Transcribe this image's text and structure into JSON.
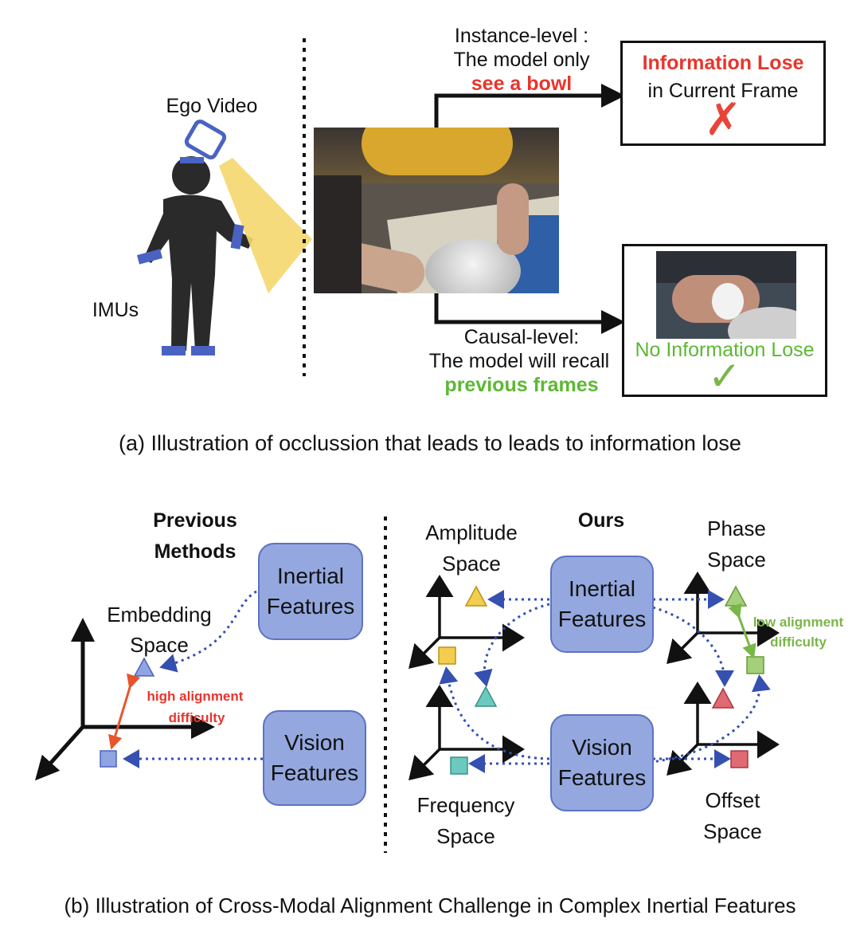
{
  "part_a": {
    "ego_video_label": "Ego Video",
    "imus_label": "IMUs",
    "instance": {
      "line1": "Instance-level :",
      "line2": "The model only",
      "highlight": "see a bowl"
    },
    "result_top": {
      "title": "Information Lose",
      "subtitle": "in Current Frame",
      "mark": "✗"
    },
    "causal": {
      "line1": "Causal-level:",
      "line2": "The model will recall",
      "highlight": "previous frames"
    },
    "result_bottom": {
      "title": "No Information Lose",
      "mark": "✓"
    },
    "caption": "(a) Illustration of occlussion that leads to  leads to information lose"
  },
  "part_b": {
    "previous": {
      "title_line1": "Previous",
      "title_line2": "Methods",
      "inertial_line1": "Inertial",
      "inertial_line2": "Features",
      "vision_line1": "Vision",
      "vision_line2": "Features",
      "space_line1": "Embedding",
      "space_line2": "Space",
      "difficulty_line1": "high alignment",
      "difficulty_line2": "difficulty"
    },
    "ours": {
      "title": "Ours",
      "inertial_line1": "Inertial",
      "inertial_line2": "Features",
      "vision_line1": "Vision",
      "vision_line2": "Features",
      "amplitude_line1": "Amplitude",
      "amplitude_line2": "Space",
      "phase_line1": "Phase",
      "phase_line2": "Space",
      "frequency_line1": "Frequency",
      "frequency_line2": "Space",
      "offset_line1": "Offset",
      "offset_line2": "Space",
      "difficulty_line1": "low alignment",
      "difficulty_line2": "difficulty"
    },
    "caption": "(b) Illustration of Cross-Modal Alignment Challenge in Complex Inertial Features"
  },
  "colors": {
    "feature_fill": "#94a8df",
    "feature_border": "#5c72c4",
    "red": "#e8352c",
    "green": "#5cb833",
    "dotted_arrow": "#3550b0",
    "cone": "#f5d76e"
  }
}
